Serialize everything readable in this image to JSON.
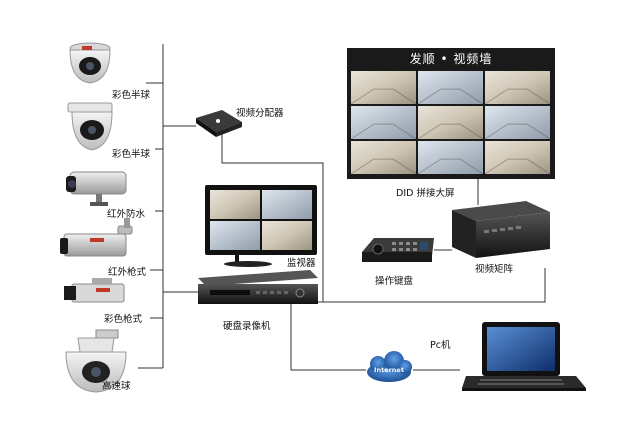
{
  "cameras": [
    {
      "id": "dome-1",
      "label": "彩色半球"
    },
    {
      "id": "dome-2",
      "label": "彩色半球"
    },
    {
      "id": "bullet-1",
      "label": "红外防水"
    },
    {
      "id": "bullet-2",
      "label": "红外枪式"
    },
    {
      "id": "box-cam",
      "label": "彩色枪式"
    },
    {
      "id": "speed-dome",
      "label": "高速球"
    }
  ],
  "devices": {
    "splitter": "视频分配器",
    "monitor": "监视器",
    "dvr": "硬盘录像机",
    "video_wall_title": "发顺 • 视频墙",
    "video_wall_caption": "DID 拼接大屏",
    "keyboard": "操作键盘",
    "matrix": "视频矩阵",
    "internet": "Internet",
    "pc": "Pc机"
  },
  "colors": {
    "line": "#333333",
    "wall_frame": "#1a1a1a",
    "device_dark": "#222222",
    "cloud_blue": "#1e5fa8"
  }
}
